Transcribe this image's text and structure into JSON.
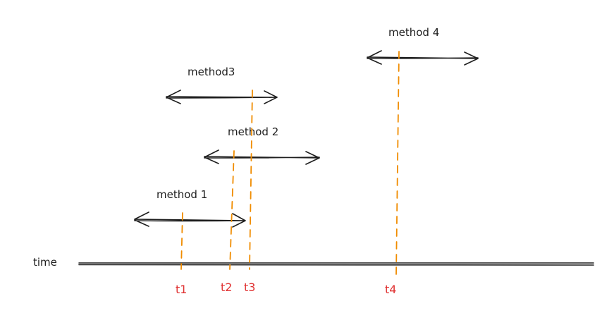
{
  "axis": {
    "label": "time"
  },
  "methods": [
    {
      "label": "method 1"
    },
    {
      "label": "method 2"
    },
    {
      "label": "method3"
    },
    {
      "label": "method 4"
    }
  ],
  "markers": [
    {
      "label": "t1"
    },
    {
      "label": "t2"
    },
    {
      "label": "t3"
    },
    {
      "label": "t4"
    }
  ],
  "colors": {
    "ink": "#1e1e1e",
    "marker": "#f08c00",
    "marker_label": "#e03131"
  }
}
